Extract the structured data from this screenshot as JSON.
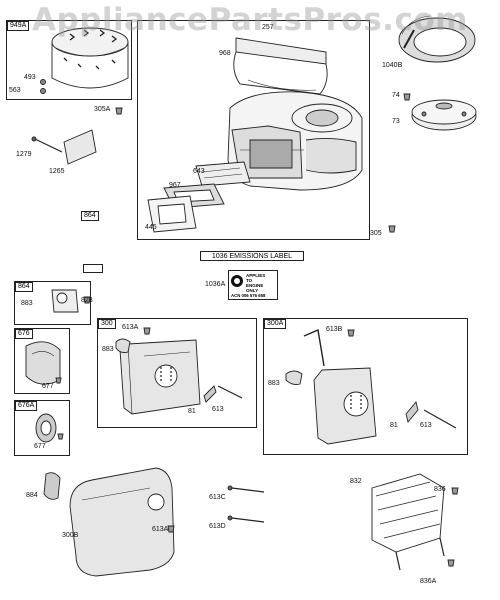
{
  "watermark": "AppliancePartsPros.com",
  "emissions_label_title": "1036 EMISSIONS LABEL",
  "sticker": {
    "line1": "APPLIES",
    "line2": "TO",
    "line3": "ENGINE",
    "line4": "ONLY",
    "code": "ACN 006 576 658"
  },
  "boxes": {
    "b949a": "949A",
    "b864_top": "864",
    "b864": "864",
    "b676": "676",
    "b676a": "676A",
    "b300": "300",
    "b300a": "300A"
  },
  "labels": {
    "l493": "493",
    "l563": "563",
    "l305a": "305A",
    "l1279": "1279",
    "l1265": "1265",
    "l257": "257",
    "l968": "968",
    "l1040b": "1040B",
    "l74": "74",
    "l73": "73",
    "l643": "643",
    "l967": "967",
    "l445": "445",
    "l305": "305",
    "l1036a": "1036A",
    "l823": "823",
    "l883a": "883",
    "l677a": "677",
    "l677b": "677",
    "l613a_1": "613A",
    "l883b": "883",
    "l81a": "81",
    "l613a": "613",
    "l613b_1": "613B",
    "l883c": "883",
    "l81b": "81",
    "l613b": "613",
    "l884": "884",
    "l300b": "300B",
    "l613a_2": "613A",
    "l613c": "613C",
    "l613d": "613D",
    "l832": "832",
    "l836": "836",
    "l836a": "836A"
  }
}
